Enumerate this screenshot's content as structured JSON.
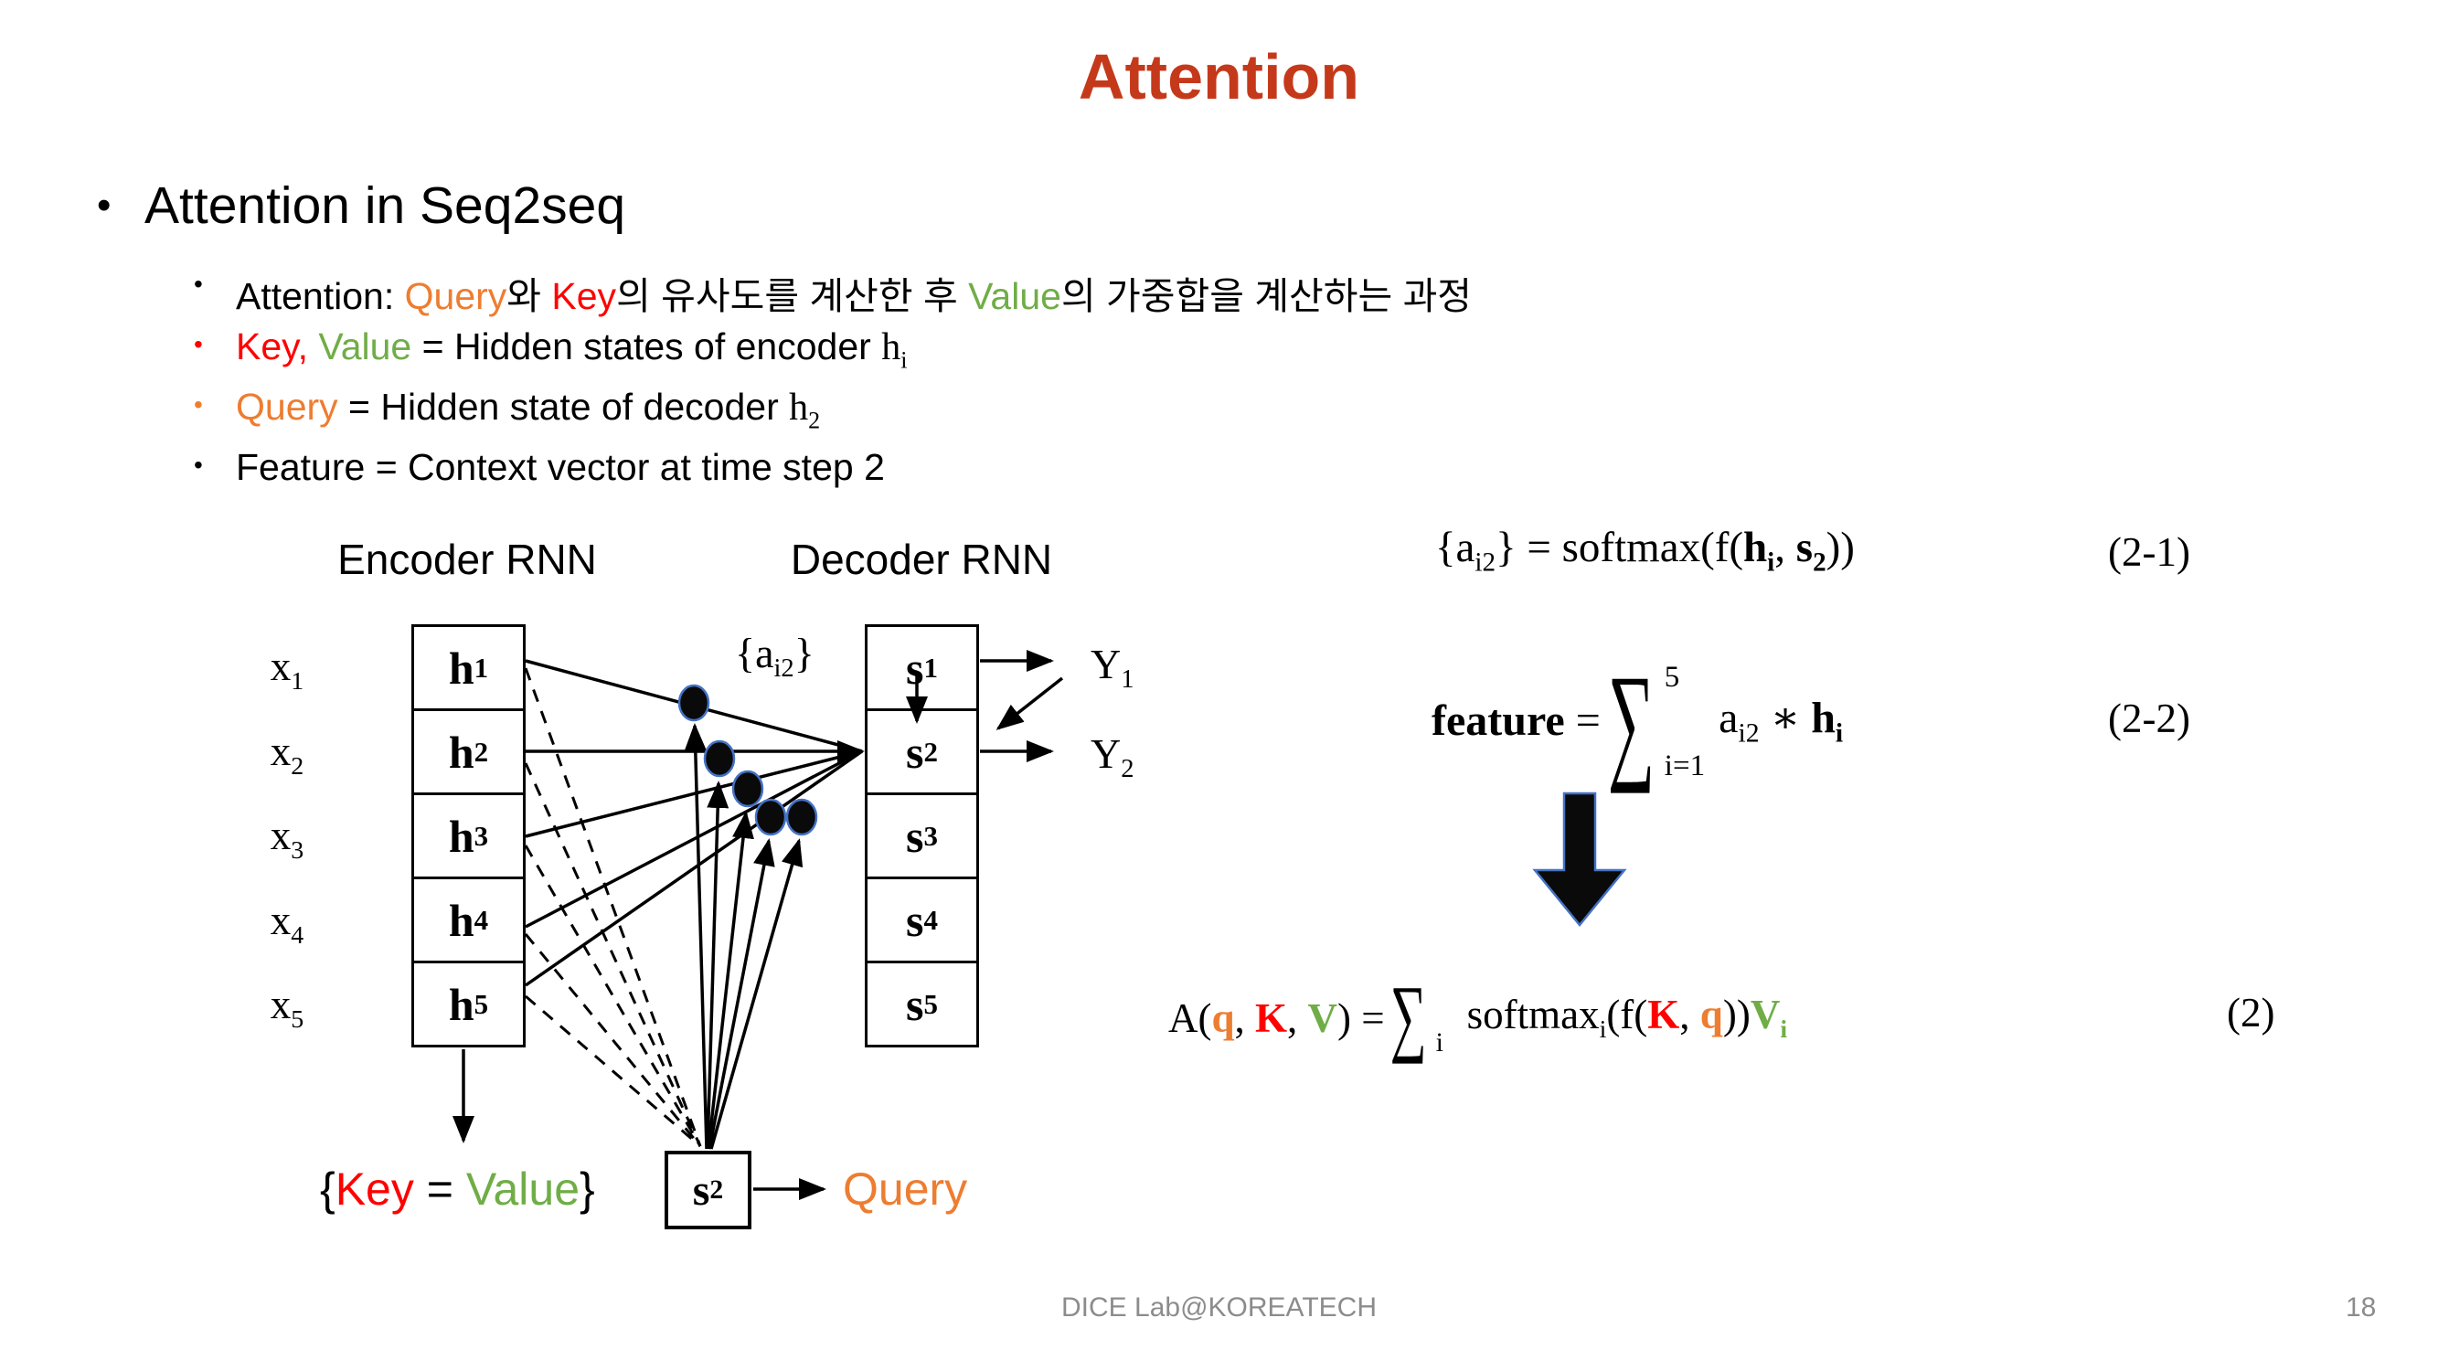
{
  "title": "Attention",
  "markers": {
    "dot": "•"
  },
  "bullet1": "Attention in Seq2seq",
  "sub_bullets": {
    "b1": {
      "pre": "Attention: ",
      "query": "Query",
      "mid1": "와 ",
      "key": "Key",
      "mid2": "의 유사도를 계산한 후 ",
      "value": "Value",
      "post": "의 가중합을 계산하는 과정"
    },
    "b2": {
      "key": "Key, ",
      "value": "Value",
      "rest": " = Hidden states of encoder ",
      "var_base": "h",
      "var_sub": "i"
    },
    "b3": {
      "query": "Query",
      "rest": " = Hidden state of decoder ",
      "var_base": "h",
      "var_sub": "2"
    },
    "b4": {
      "text": "Feature = Context vector at time step 2"
    }
  },
  "diagram": {
    "encoder_label": "Encoder RNN",
    "decoder_label": "Decoder RNN",
    "attn_label": {
      "open": "{a",
      "sub": "i2",
      "close": "}"
    },
    "x_labels": [
      {
        "t": "x",
        "s": "1"
      },
      {
        "t": "x",
        "s": "2"
      },
      {
        "t": "x",
        "s": "3"
      },
      {
        "t": "x",
        "s": "4"
      },
      {
        "t": "x",
        "s": "5"
      }
    ],
    "h_labels": [
      {
        "t": "h",
        "s": "1"
      },
      {
        "t": "h",
        "s": "2"
      },
      {
        "t": "h",
        "s": "3"
      },
      {
        "t": "h",
        "s": "4"
      },
      {
        "t": "h",
        "s": "5"
      }
    ],
    "s_labels": [
      {
        "t": "s",
        "s": "1"
      },
      {
        "t": "s",
        "s": "2"
      },
      {
        "t": "s",
        "s": "3"
      },
      {
        "t": "s",
        "s": "4"
      },
      {
        "t": "s",
        "s": "5"
      }
    ],
    "y1": {
      "t": "Y",
      "s": "1"
    },
    "y2": {
      "t": "Y",
      "s": "2"
    },
    "kv_label": {
      "open": "{",
      "key": "Key",
      "eq": " = ",
      "value": "Value",
      "close": "}"
    },
    "s2_box": {
      "t": "s",
      "s": "2"
    },
    "query_label": "Query"
  },
  "equations": {
    "eq1": {
      "p1": "{a",
      "p2": "i2",
      "p3": "} = softmax(f(",
      "h": "h",
      "h_sub": "i",
      "comma": ", ",
      "s": "s",
      "s_sub": "2",
      "close": "))",
      "tag": "(2-1)"
    },
    "eq2": {
      "feature": "feature",
      "eq": " = ",
      "sigma": "∑",
      "sup": "5",
      "sub": "i=1",
      "a": "a",
      "a_sub": "i2",
      "op": " ∗ ",
      "h": "h",
      "h_sub": "i",
      "tag": "(2-2)"
    },
    "eq3": {
      "p1": "A(",
      "q1": "q",
      "c1": ", ",
      "k1": "K",
      "c2": ", ",
      "v1": "V",
      "p2": ") = ",
      "sigma": "∑",
      "sigma_sub": "i",
      "sm": "softmax",
      "sm_sub": "i",
      "p3": "(f(",
      "k2": "K",
      "c3": ", ",
      "q2": "q",
      "p4": "))",
      "v2": "V",
      "v2_sub": "i",
      "tag": "(2)"
    }
  },
  "footer": {
    "credit": "DICE Lab@KOREATECH",
    "page": "18"
  },
  "colors": {
    "title_orange_red": "#C5391B",
    "query_orange": "#ED7D31",
    "key_red": "#FF0000",
    "value_green": "#70AD47",
    "dot_outline_blue": "#4472C4",
    "footer_grey": "#8C8C8C"
  }
}
